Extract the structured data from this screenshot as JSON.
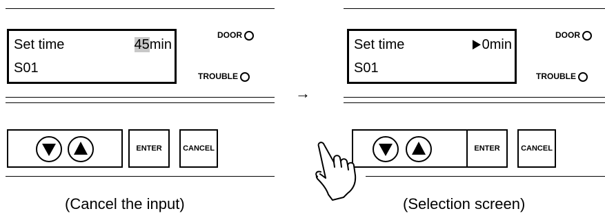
{
  "panels": [
    {
      "display": {
        "label": "Set time",
        "value_number": "45",
        "value_unit": "min",
        "code": "S01"
      },
      "indicators": {
        "door": "DOOR",
        "trouble": "TROUBLE"
      },
      "buttons": {
        "enter": "ENTER",
        "cancel": "CANCEL"
      },
      "caption": "(Cancel the input)"
    },
    {
      "display": {
        "label": "Set time",
        "value_number": "0",
        "value_unit": "min",
        "code": "S01"
      },
      "indicators": {
        "door": "DOOR",
        "trouble": "TROUBLE"
      },
      "buttons": {
        "enter": "ENTER",
        "cancel": "CANCEL"
      },
      "caption": "(Selection screen)"
    }
  ],
  "arrow": "→",
  "icons": {
    "cursor": "right-triangle-cursor-icon",
    "down": "down-arrow-button-icon",
    "up": "up-arrow-button-icon",
    "hand": "pointing-hand-icon",
    "lamp": "indicator-lamp-icon"
  },
  "colors": {
    "highlight": "#c8c8c8"
  }
}
